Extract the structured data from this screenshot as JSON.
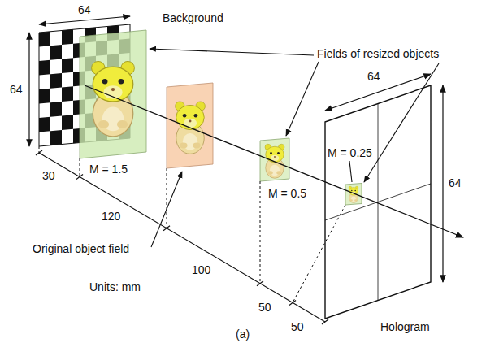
{
  "diagram": {
    "caption": "(a)",
    "labels": [
      "64",
      "64",
      "Background",
      "Fields of resized objects",
      "M = 1.5",
      "Original object field",
      "M = 0.5",
      "M = 0.25",
      "64",
      "64",
      "Hologram",
      "30",
      "120",
      "100",
      "50",
      "50",
      "Units: mm"
    ]
  }
}
